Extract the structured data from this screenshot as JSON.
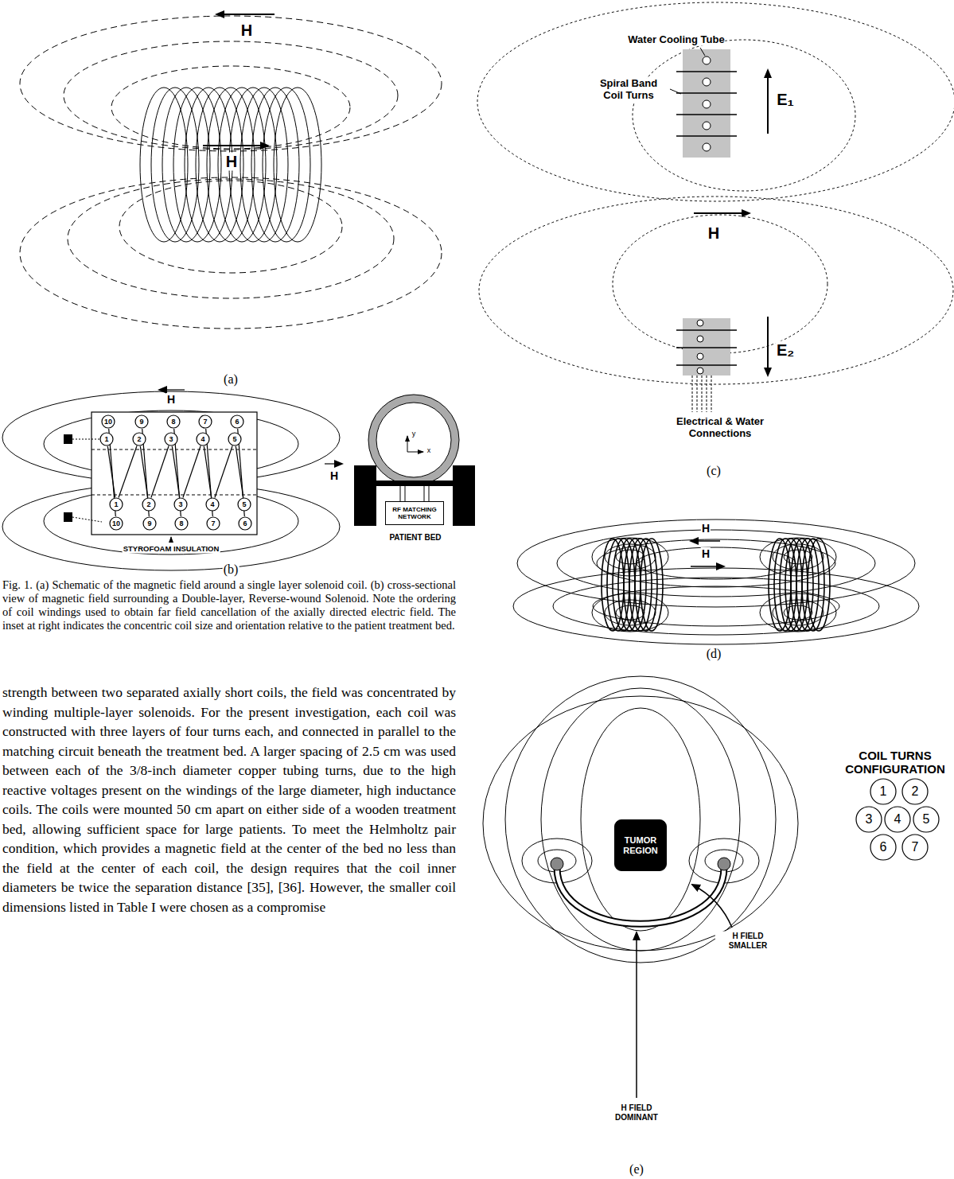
{
  "diagram": {
    "caption": "Fig. 1. (a) Schematic of the magnetic field around a single layer solenoid coil. (b) cross-sectional view of magnetic field surrounding a Double-layer, Reverse-wound Solenoid. Note the ordering of coil windings used to obtain far field cancellation of the axially directed electric field. The inset at right indicates the concentric coil size and orientation relative to the patient treatment bed.",
    "nodes": [
      {
        "text": [
          "RF MATCHING NETWORK"
        ]
      },
      {
        "text": [
          "TUMOR REGION"
        ]
      }
    ],
    "labels": [
      "H",
      "H",
      "(a)",
      "Water Cooling Tube",
      "Spiral Band Coil Turns",
      "E₁",
      "H",
      "E₂",
      "Electrical & Water Connections",
      "(c)",
      "H",
      "H",
      "10",
      "9",
      "8",
      "7",
      "6",
      "1",
      "2",
      "3",
      "4",
      "5",
      "1",
      "2",
      "3",
      "4",
      "5",
      "10",
      "9",
      "8",
      "7",
      "6",
      "STYROFOAM INSULATION",
      "(b)",
      "y",
      "x",
      "PATIENT BED",
      "strength between two separated axially short coils, the field was concentrated by winding multiple-layer solenoids. For the present investigation, each coil was constructed with three layers of four turns each, and connected in parallel to the matching circuit beneath the treatment bed. A larger spacing of 2.5 cm was used between each of the 3/8-inch diameter copper tubing turns, due to the high reactive voltages present on the windings of the large diameter, high inductance coils. The coils were mounted 50 cm apart on either side of a wooden treatment bed, allowing sufficient space for large patients. To meet the Helmholtz pair condition, which provides a magnetic field at the center of the bed no less than the field at the center of each coil, the design requires that the coil inner diameters be twice the separation distance [35], [36]. However, the smaller coil dimensions listed in Table I were chosen as a compromise",
      "H",
      "H",
      "(d)",
      "H FIELD SMALLER",
      "H FIELD DOMINANT",
      "COIL TURNS CONFIGURATION",
      "1",
      "2",
      "3",
      "4",
      "5",
      "6",
      "7",
      "(e)"
    ]
  }
}
